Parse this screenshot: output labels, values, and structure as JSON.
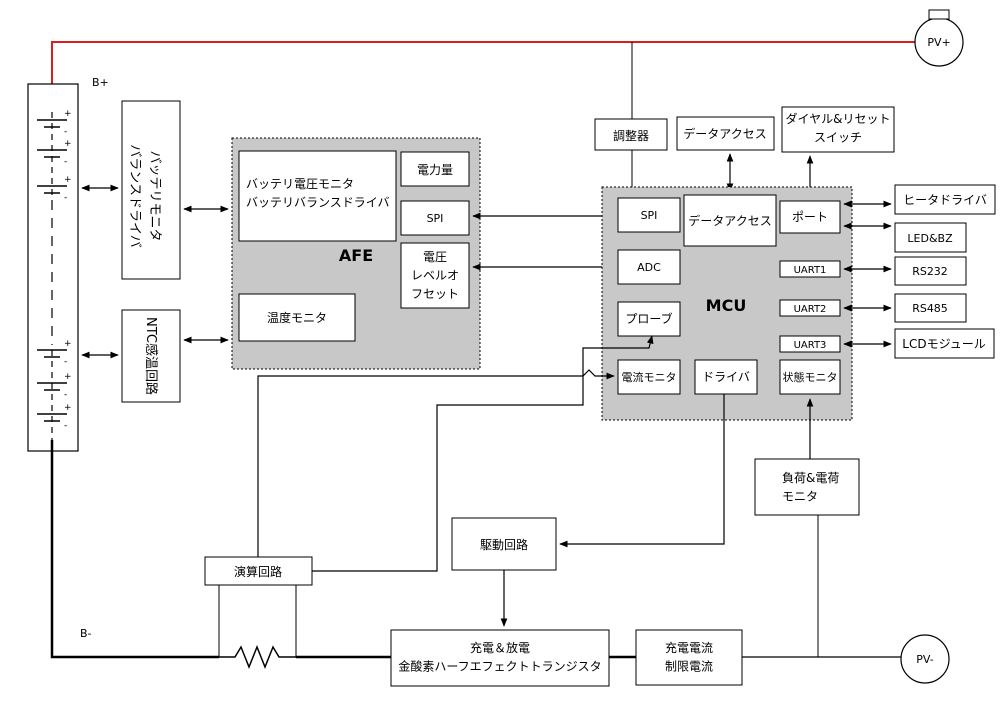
{
  "terminals": {
    "pv_plus": "PV+",
    "pv_minus": "PV-",
    "b_plus": "B+",
    "b_minus": "B-",
    "cell_plus": "+",
    "cell_minus": "-"
  },
  "blocks": {
    "balance_driver": "バッテリモニタ\nバランスドライバ",
    "ntc": "NTC感温回路",
    "afe": {
      "title": "AFE",
      "voltage_monitor": "バッテリ電圧モニタ\nバッテリバランスドライバ",
      "power": "電力量",
      "spi": "SPI",
      "level_offset": "電圧\nレベルオ\nフセット",
      "temp_monitor": "温度モニタ"
    },
    "regulator": "調整器",
    "data_access_top": "データアクセス",
    "dial_reset": "ダイヤル&リセット\nスイッチ",
    "mcu": {
      "title": "MCU",
      "spi": "SPI",
      "data_access": "データアクセス",
      "port": "ポート",
      "adc": "ADC",
      "uart1": "UART1",
      "uart2": "UART2",
      "uart3": "UART3",
      "probe": "プローブ",
      "current_monitor": "電流モニタ",
      "driver": "ドライバ",
      "state_monitor": "状態モニタ"
    },
    "heater_driver": "ヒータドライバ",
    "led_bz": "LED&BZ",
    "rs232": "RS232",
    "rs485": "RS485",
    "lcd": "LCDモジュール",
    "load_charge_monitor": "負荷&電荷\nモニタ",
    "drive_circuit": "駆動回路",
    "opamp": "演算回路",
    "mosfet": "充電＆放電\n金酸素ハーフエフェクトトランジスタ",
    "current_limit": "充電電流\n制限電流"
  },
  "colors": {
    "pv_line": "#d81e1e",
    "shaded_block": "#c8c8c8"
  }
}
